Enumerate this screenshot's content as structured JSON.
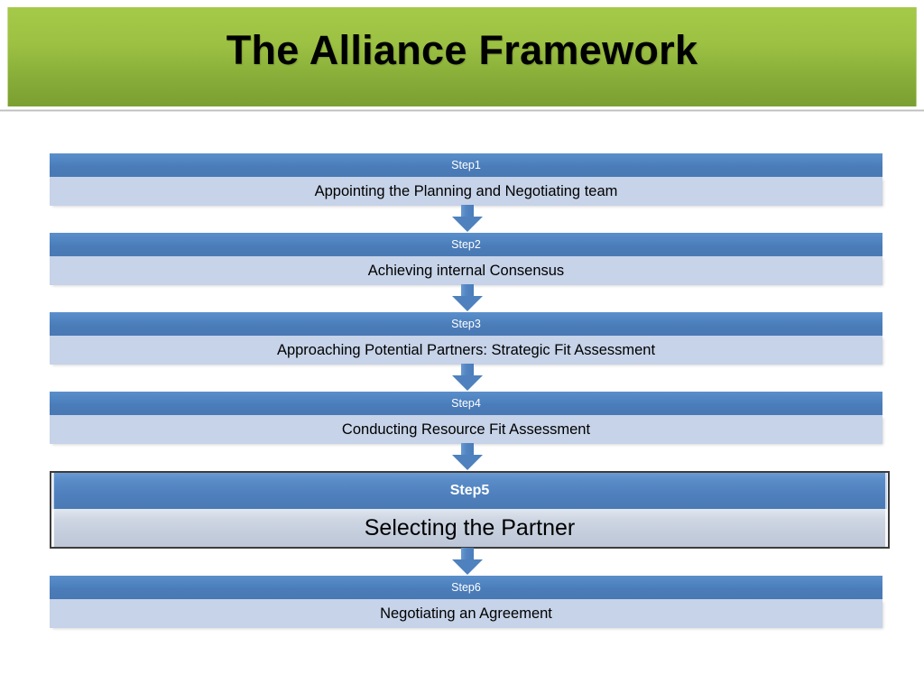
{
  "slide": {
    "title": "The Alliance Framework",
    "theme": {
      "header_green_top": "#a5c948",
      "header_green_bottom": "#7a9f31",
      "step_blue": "#4e81bd",
      "step_body_blue": "#c6d3e8",
      "highlight_border": "#3c3c3c",
      "title_color": "#000000",
      "background": "#ffffff"
    }
  },
  "diagram": {
    "type": "vertical-process-flow",
    "connector_icon": "down-arrow-icon",
    "steps": [
      {
        "id": "step1",
        "label": "Step1",
        "text": "Appointing the Planning and Negotiating team",
        "highlighted": false
      },
      {
        "id": "step2",
        "label": "Step2",
        "text": "Achieving internal Consensus",
        "highlighted": false
      },
      {
        "id": "step3",
        "label": "Step3",
        "text": "Approaching Potential Partners: Strategic Fit Assessment",
        "highlighted": false
      },
      {
        "id": "step4",
        "label": "Step4",
        "text": "Conducting Resource Fit Assessment",
        "highlighted": false
      },
      {
        "id": "step5",
        "label": "Step5",
        "text": "Selecting the Partner",
        "highlighted": true
      },
      {
        "id": "step6",
        "label": "Step6",
        "text": "Negotiating an Agreement",
        "highlighted": false
      }
    ]
  }
}
